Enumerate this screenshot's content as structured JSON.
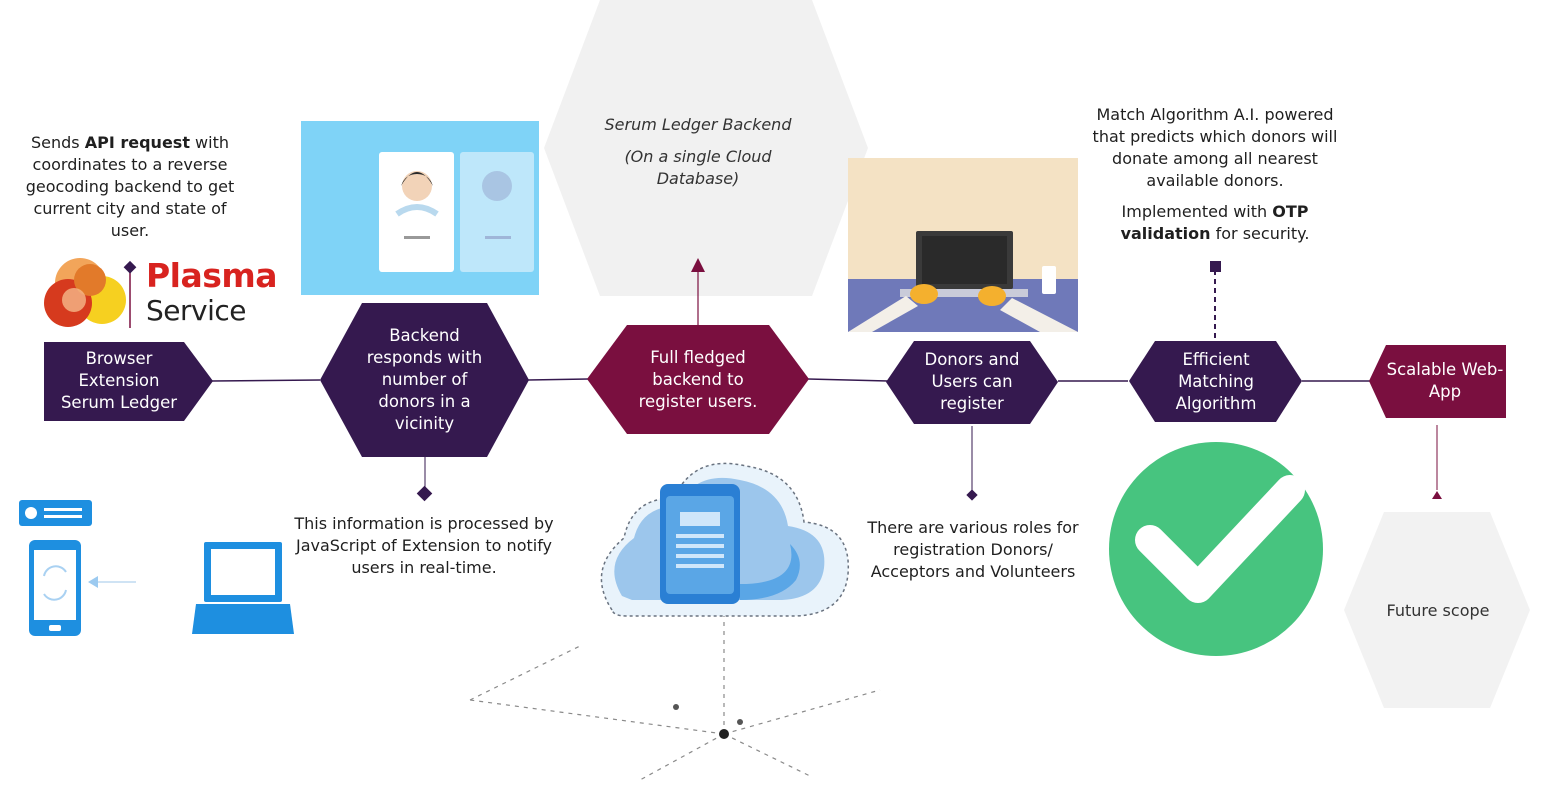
{
  "colors": {
    "dark_purple": "#35194f",
    "maroon": "#7a0f3f",
    "grey_hex": "#f1f1f1",
    "check_green": "#47c47f",
    "illustration_blue": "#2a7fd4"
  },
  "top_notes": {
    "api_request": {
      "pre": "Sends ",
      "bold": "API request",
      "post": " with coordinates to a reverse geocoding backend to get current city and state of user."
    },
    "ledger_backend": {
      "line1": "Serum Ledger Backend",
      "line2": "(On a single Cloud Database)"
    },
    "match_algorithm": {
      "text": "Match Algorithm A.I. powered that predicts which donors will donate among all nearest available donors."
    },
    "otp": {
      "pre": "Implemented with ",
      "bold1": "OTP",
      "bold2": "validation",
      "post": " for security."
    }
  },
  "logo": {
    "line1": "Plasma",
    "line2": "Service"
  },
  "nodes": [
    {
      "label": "Browser Extension Serum Ledger"
    },
    {
      "label": "Backend responds with number of donors in a vicinity"
    },
    {
      "label": "Full fledged backend to register users."
    },
    {
      "label": "Donors and Users can register"
    },
    {
      "label": "Efficient Matching Algorithm"
    },
    {
      "label": "Scalable Web-App"
    }
  ],
  "bottom_notes": {
    "processed": "This information is processed by JavaScript of Extension to notify users in real-time.",
    "roles": "There are various roles for registration Donors/ Acceptors and Volunteers",
    "future": "Future scope"
  },
  "icons": [
    "plasma-logo-icon",
    "profile-cards-icon",
    "cloud-server-icon",
    "typing-laptop-icon",
    "checkmark-icon",
    "phone-sync-icon",
    "laptop-icon"
  ]
}
